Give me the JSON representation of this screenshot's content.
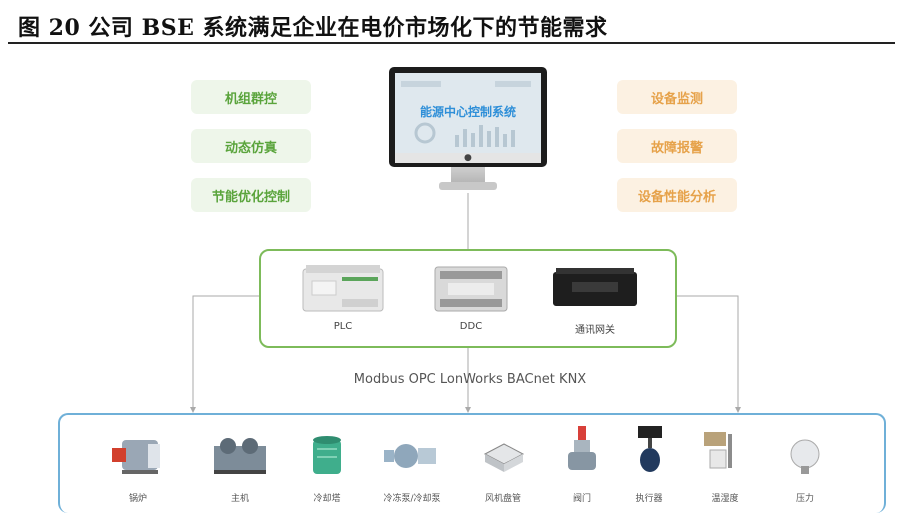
{
  "header": {
    "title": "图 20 公司 BSE 系统满足企业在电价市场化下的节能需求"
  },
  "left_functions": [
    "机组群控",
    "动态仿真",
    "节能优化控制"
  ],
  "right_functions": [
    "设备监测",
    "故障报警",
    "设备性能分析"
  ],
  "monitor": {
    "screen_title": "能源中心控制系统",
    "icon": "apple-logo-icon"
  },
  "controllers": [
    {
      "label": "PLC",
      "icon": "plc-module-icon"
    },
    {
      "label": "DDC",
      "icon": "ddc-controller-icon"
    },
    {
      "label": "通讯网关",
      "icon": "gateway-icon"
    }
  ],
  "protocols": "Modbus  OPC LonWorks BACnet  KNX",
  "field_devices": [
    {
      "label": "锅炉",
      "icon": "boiler-icon"
    },
    {
      "label": "主机",
      "icon": "chiller-icon"
    },
    {
      "label": "冷却塔",
      "icon": "cooling-tower-icon"
    },
    {
      "label": "冷冻泵/冷却泵",
      "icon": "pump-icon"
    },
    {
      "label": "风机盘管",
      "icon": "fan-coil-icon"
    },
    {
      "label": "阀门",
      "icon": "valve-icon"
    },
    {
      "label": "执行器",
      "icon": "actuator-icon"
    },
    {
      "label": "温湿度",
      "icon": "thermo-hygro-sensor-icon"
    },
    {
      "label": "压力",
      "icon": "pressure-sensor-icon"
    }
  ],
  "colors": {
    "green": "#5aa43c",
    "orange": "#e6a24a",
    "blue_frame": "#6fb0d8",
    "green_frame": "#7dbb5a"
  }
}
